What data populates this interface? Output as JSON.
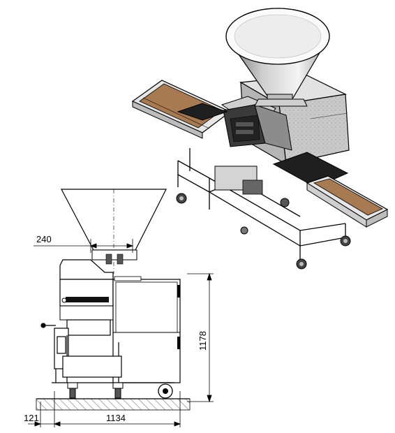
{
  "drawing": {
    "dimensions": {
      "hopper_outlet": "240",
      "height": "1178",
      "rear_offset": "121",
      "length": "1134"
    }
  },
  "colors": {
    "line": "#000000",
    "hatch": "#888888",
    "hopper_fill": "#f2f2f2",
    "metal_dark": "#3a3a3a",
    "metal_mid": "#8c8c8c",
    "metal_light": "#d4d4d4",
    "wood": "#a87a52"
  }
}
